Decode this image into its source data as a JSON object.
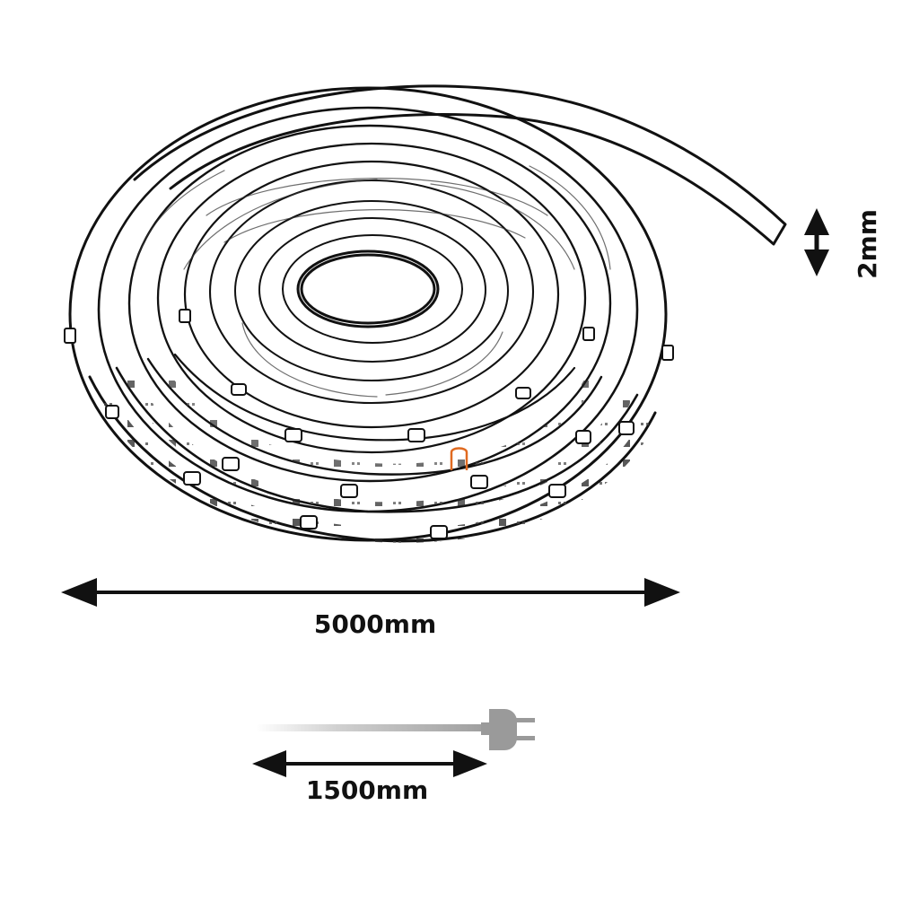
{
  "labels": {
    "length": "5000mm",
    "thickness": "2mm",
    "cable": "1500mm"
  },
  "colors": {
    "line": "#111111",
    "plug": "#9a9a9a",
    "cable": "#b4b4b4",
    "marker": "#e06a20"
  },
  "icons": {
    "coil": "led-strip-coil",
    "plug": "power-plug-icon",
    "marker": "bracket-marker"
  }
}
